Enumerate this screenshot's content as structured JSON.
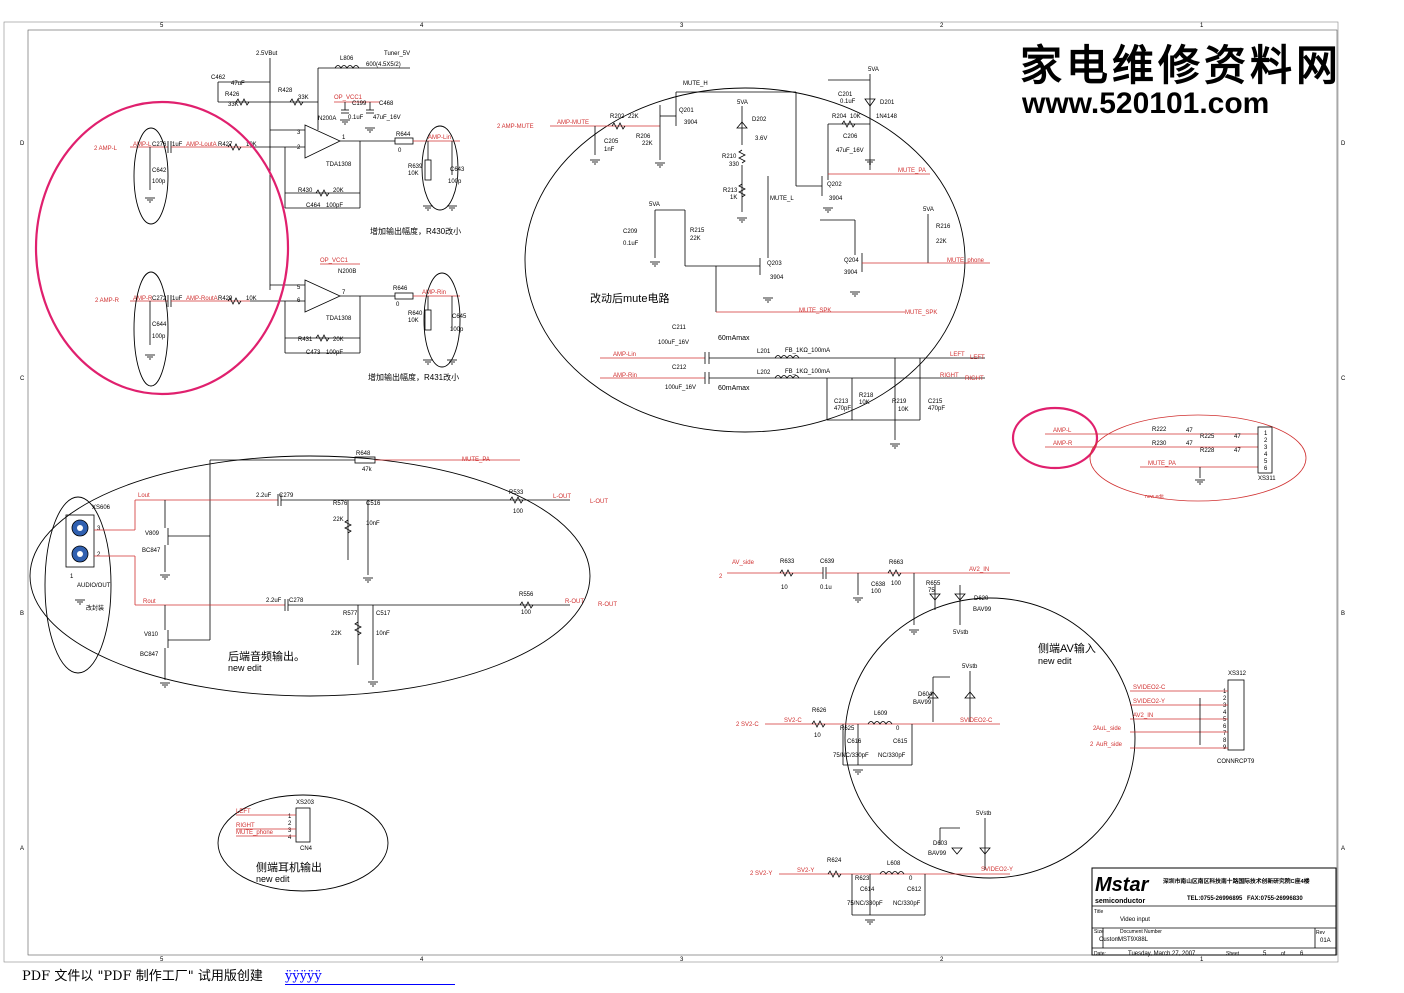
{
  "watermark": {
    "title": "家电维修资料网",
    "url": "www.520101.com"
  },
  "border": {
    "cols_top": [
      "5",
      "4",
      "3",
      "2",
      "1"
    ],
    "rows_left": [
      "D",
      "C",
      "B",
      "A"
    ]
  },
  "amp": {
    "net_25v": "2.5VBut",
    "tuner_5v": "Tuner_5V",
    "l806": "L806",
    "l806_val": "600(4.5X5/2)",
    "c462": "C462",
    "c462_val": "47uF",
    "r426": "R426",
    "r426_val": "33K",
    "r428": "R428",
    "r428_val": "33K",
    "op_vcc1": "OP_VCC1",
    "c199": "C199",
    "c199_val": "0.1uF",
    "c468": "C468",
    "c468_val": "47uF_16V",
    "n200a": "N200A",
    "tda_a": "TDA1308",
    "n200b": "N200B",
    "tda_b": "TDA1308",
    "amp_l_port": "2  AMP-L",
    "amp_l_net": "AMP-L",
    "c276": "C276",
    "c276_val": "1uF",
    "amp_louta": "AMP-LoutA",
    "r427": "R427",
    "r427_val": "10K",
    "c642": "C642",
    "c642_val": "100p",
    "r644": "R644",
    "r644_val": "0",
    "amp_lin_net": "AMP-Lin",
    "r639": "R639",
    "r639_val": "10K",
    "c643": "C643",
    "c643_val": "100p",
    "r430": "R430",
    "r430_val": "20K",
    "c464": "C464",
    "c464_val": "100pF",
    "note_a": "增加输出幅度，R430改小",
    "op_vcc1_b": "OP_VCC1",
    "amp_r_port": "2  AMP-R",
    "amp_r_net": "AMP-R",
    "c272": "C272",
    "c272_val": "1uF",
    "amp_routa": "AMP-RoutA",
    "r429": "R429",
    "r429_val": "10K",
    "c644": "C644",
    "c644_val": "100p",
    "r646": "R646",
    "r646_val": "0",
    "amp_rin_net": "AMP-Rin",
    "r640": "R640",
    "r640_val": "10K",
    "c645": "C645",
    "c645_val": "100p",
    "r431": "R431",
    "r431_val": "20K",
    "c473": "C473",
    "c473_val": "100pF",
    "note_b": "增加输出幅度，R431改小",
    "pin3": "3",
    "pin2": "2",
    "pin1": "1",
    "pin5": "5",
    "pin6": "6",
    "pin7": "7"
  },
  "mute": {
    "mute_h": "MUTE_H",
    "port": "2  AMP-MUTE",
    "net": "AMP-MUTE",
    "r202": "R202",
    "r202_val": "22K",
    "c205": "C205",
    "c205_val": "1nF",
    "r206": "R206",
    "r206_val": "22K",
    "q201": "Q201",
    "q201_val": "3904",
    "v5a": "5VA",
    "d202": "D202",
    "d202_val": "3.6V",
    "r210": "R210",
    "r210_val": "330",
    "r213": "R213",
    "r213_val": "1K",
    "mute_l": "MUTE_L",
    "c201": "C201",
    "c201_val": "0.1uF",
    "d201": "D201",
    "d201_val": "1N4148",
    "r204": "R204",
    "r204_val": "10K",
    "c206": "C206",
    "c206_val": "47uF_16V",
    "q202": "Q202",
    "q202_val": "3904",
    "mute_pa": "MUTE_PA",
    "c209": "C209",
    "c209_val": "0.1uF",
    "r215": "R215",
    "r215_val": "22K",
    "q203": "Q203",
    "q203_val": "3904",
    "q204": "Q204",
    "q204_val": "3904",
    "r216": "R216",
    "r216_val": "22K",
    "mute_phone": "MUTE_phone",
    "note": "改动后mute电路",
    "mute_spk": "MUTE_SPK",
    "mute_spk2": "MUTE_SPK",
    "c211": "C211",
    "c211_val": "100uF_16V",
    "cur1": "60mAmax",
    "amp_lin": "AMP-Lin",
    "l201": "L201",
    "l201_val": "FB_1KΩ_100mA",
    "left": "LEFT",
    "left2": "LEFT",
    "c212": "C212",
    "c212_val": "100uF_16V",
    "cur2": "60mAmax",
    "amp_rin": "AMP-Rin",
    "l202": "L202",
    "l202_val": "FB_1KΩ_100mA",
    "right": "RIGHT",
    "right2": "RIGHT",
    "c213": "C213",
    "c213_val": "470pF",
    "r218": "R218",
    "r218_val": "10K",
    "r219": "R219",
    "r219_val": "10K",
    "c215": "C215",
    "c215_val": "470pF"
  },
  "xs311": {
    "amp_l": "AMP-L",
    "amp_r": "AMP-R",
    "r222": "R222",
    "r222_val": "47",
    "r230": "R230",
    "r230_val": "47",
    "r225": "R225",
    "r225_val": "47",
    "r228": "R228",
    "r228_val": "47",
    "mute_pa": "MUTE_PA",
    "name": "XS311",
    "note": "new edit",
    "pins": [
      "1",
      "2",
      "3",
      "4",
      "5",
      "6"
    ]
  },
  "rear": {
    "mute_pa": "MUTE_PA",
    "r648": "R648",
    "r648_val": "47k",
    "xs606": "XS606",
    "lout": "Lout",
    "c279": "C279",
    "c279_val": "2.2uF",
    "r576": "R576",
    "r576_val": "22K",
    "c516": "C516",
    "c516_val": "10nF",
    "r533": "R533",
    "r533_val": "100",
    "l_out": "L-OUT",
    "l_out2": "L-OUT",
    "v809": "V809",
    "v809_val": "BC847",
    "rout": "Rout",
    "c278": "C278",
    "c278_val": "2.2uF",
    "r577": "R577",
    "r577_val": "22K",
    "c517": "C517",
    "c517_val": "10nF",
    "r556": "R556",
    "r556_val": "100",
    "r_out": "R-OUT",
    "r_out2": "R-OUT",
    "v810": "V810",
    "v810_val": "BC847",
    "audio_out": "AUDIO/OUT",
    "fix": "改封装",
    "note": "后端音频输出。",
    "note2": "new edit",
    "p3": "3",
    "p2": "2",
    "p1": "1"
  },
  "side_av": {
    "av_side": "AV_side",
    "port": "2",
    "r633": "R633",
    "r633_val": "10",
    "c639": "C639",
    "c639_val": "0.1u",
    "r663": "R663",
    "r663_val": "100",
    "c638": "C638",
    "c638_val": "100",
    "r655": "R655",
    "r655_val": "75",
    "av2_in": "AV2_IN",
    "d620": "D620",
    "d620_val": "BAV99",
    "v5stb": "5Vstb",
    "note": "侧端AV输入",
    "note2": "new edit",
    "v5stb2": "5Vstb",
    "d604": "D604",
    "d604_val": "BAV99",
    "sv2c_port": "2  SV2-C",
    "sv2c": "SV2-C",
    "r626": "R626",
    "r626_val": "10",
    "r625": "R625",
    "l609": "L609",
    "l609_val": "0",
    "c616": "C616",
    "c616_val": "75/NC/330pF",
    "c615": "C615",
    "c615_val": "NC/330pF",
    "svideo2c": "SVIDEO2-C",
    "v5stb3": "5Vstb",
    "d603": "D603",
    "d603_val": "BAV99",
    "sv2y_port": "2  SV2-Y",
    "sv2y": "SV2-Y",
    "r624": "R624",
    "r623": "R623",
    "l608": "L608",
    "l608_val": "0",
    "c614": "C614",
    "c614_val": "75/NC/330pF",
    "c612": "C612",
    "c612_val": "NC/330pF",
    "svideo2y": "SVIDEO2-Y"
  },
  "xs312": {
    "name": "XS312",
    "n1": "SVIDEO2-C",
    "n2": "SVIDEO2-Y",
    "n3": "AV2_IN",
    "n4": "AuL_side",
    "n5": "AuR_side",
    "p4": "2",
    "p5": "2",
    "pins": [
      "1",
      "2",
      "3",
      "4",
      "5",
      "6",
      "7",
      "8",
      "9"
    ],
    "part": "CONNRCPT9"
  },
  "headphone": {
    "left": "LEFT",
    "right": "RIGHT",
    "mute": "MUTE_phone",
    "name": "XS203",
    "part": "CN4",
    "pins": [
      "1",
      "2",
      "3",
      "4"
    ],
    "note": "侧端耳机输出",
    "note2": "new edit"
  },
  "title_block": {
    "logo": "Mstar",
    "logo_sub": "semiconductor",
    "company": "深圳市南山区南区科技南十路国际技术创新研究院C座4楼",
    "tel": "TEL:0755-26996895",
    "fax": "FAX:0755-26996830",
    "title_lbl": "Title",
    "title": "Video input",
    "size_lbl": "Size",
    "size": "Custom",
    "docnum_lbl": "Document Number",
    "docnum": "MST9X88L",
    "rev_lbl": "Rev",
    "rev": "01A",
    "date_lbl": "Date:",
    "date": "Tuesday, March 27, 2007",
    "sheet_lbl": "Sheet",
    "sheet": "5",
    "of_lbl": "of",
    "of": "6"
  },
  "footer": {
    "text": "PDF 文件以 \"PDF 制作工厂\" 试用版创建",
    "link": "ÿÿÿÿÿ"
  }
}
